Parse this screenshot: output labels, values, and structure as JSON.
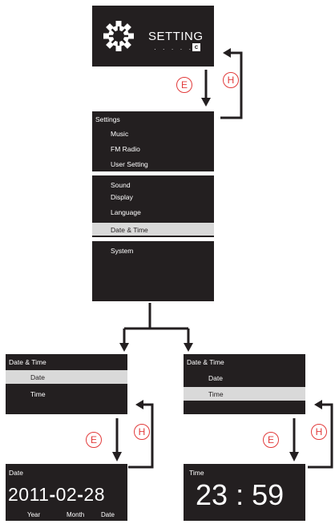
{
  "top_screen": {
    "title": "SETTING",
    "page_indicator": "c"
  },
  "arrow_labels": {
    "enter": "E",
    "home": "H"
  },
  "settings_menu": {
    "header": "Settings",
    "items": [
      "Music",
      "FM Radio",
      "User Setting",
      "Sound",
      "Display",
      "Language",
      "Date & Time",
      "System"
    ],
    "selected": "Date & Time"
  },
  "date_time_left": {
    "header": "Date & Time",
    "items": [
      "Date",
      "Time"
    ],
    "selected": "Date"
  },
  "date_time_right": {
    "header": "Date & Time",
    "items": [
      "Date",
      "Time"
    ],
    "selected": "Time"
  },
  "date_screen": {
    "header": "Date",
    "year": "2011",
    "sep1": "-",
    "month": "02",
    "sep2": "-",
    "day": "28",
    "year_label": "Year",
    "month_label": "Month",
    "day_label": "Date"
  },
  "time_screen": {
    "header": "Time",
    "hour": "23",
    "sep": ":",
    "minute": "59"
  },
  "colors": {
    "screen_bg": "#231f20",
    "highlight": "#d9d9d9",
    "marker": "#e23b3b"
  }
}
